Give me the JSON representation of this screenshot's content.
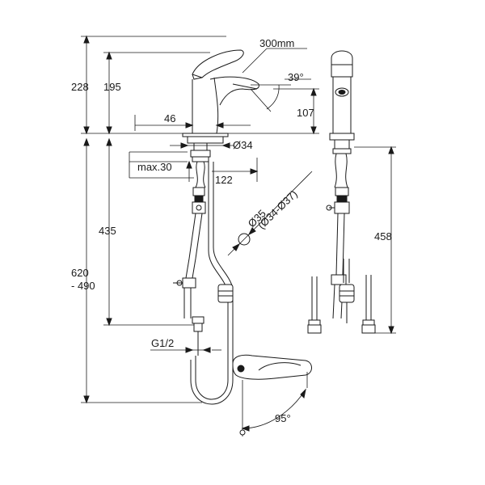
{
  "colors": {
    "line": "#1a1a1a",
    "background": "#ffffff"
  },
  "dimensions": {
    "d228": "228",
    "d195": "195",
    "d300mm": "300mm",
    "d39deg": "39°",
    "d107": "107",
    "d46": "46",
    "d34": "Ø34",
    "max30": "max.30",
    "d122": "122",
    "d35": "Ø35",
    "d34_37": "(Ø34-Ø37)",
    "d435": "435",
    "d620": "620",
    "d490": "- 490",
    "d458": "458",
    "g12": "G1/2",
    "d95deg": "95°"
  }
}
